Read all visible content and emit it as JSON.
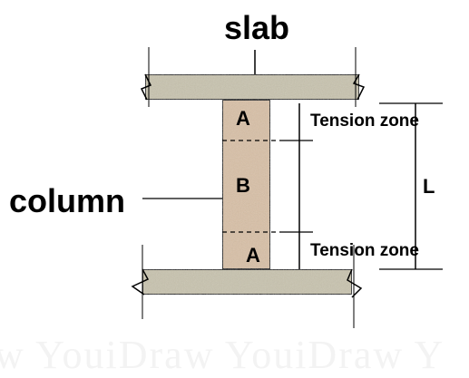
{
  "labels": {
    "slab": "slab",
    "column": "column",
    "segment_top": "A",
    "segment_middle": "B",
    "segment_bottom": "A",
    "tension_zone_top": "Tension zone",
    "tension_zone_bottom": "Tension zone",
    "length": "L"
  },
  "watermark": "w YouiDraw YouiDraw Y",
  "colors": {
    "slab_fill": "#c8c3ae",
    "column_fill": "#d8c0a6",
    "line": "#000000",
    "watermark": "#f3f3f3"
  }
}
